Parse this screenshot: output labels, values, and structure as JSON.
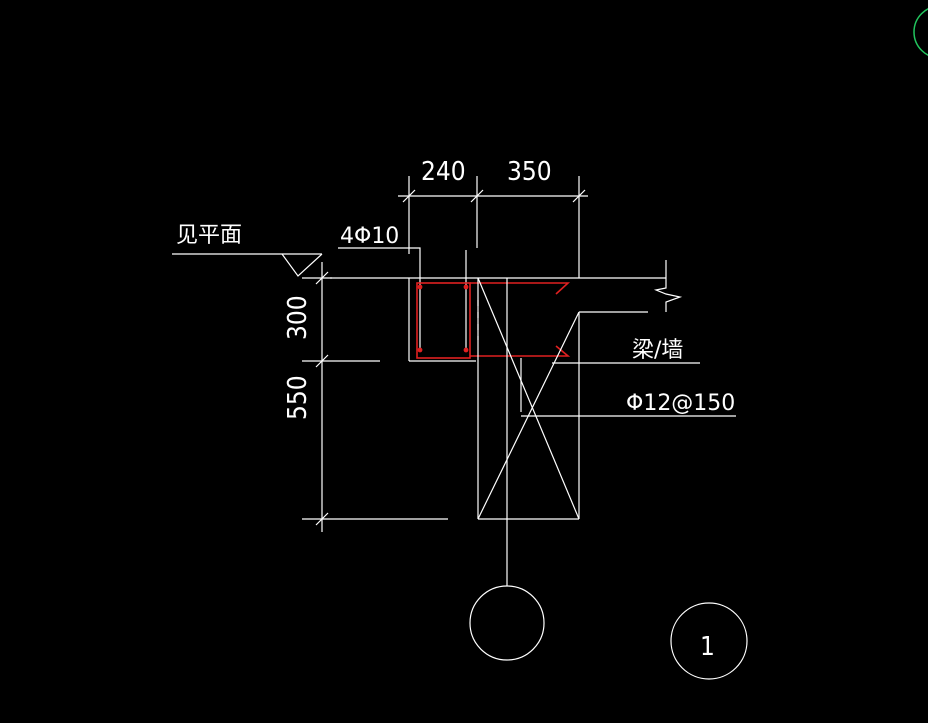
{
  "colors": {
    "background": "#000000",
    "line": "#ffffff",
    "rebar": "#e02020",
    "corner_circle": "#22c55e"
  },
  "dimensions": {
    "top_left": "240",
    "top_right": "350",
    "side_upper": "300",
    "side_lower": "550"
  },
  "labels": {
    "see_plan": "见平面",
    "top_rebar": "4Φ10",
    "beam_wall": "梁/墙",
    "stirrup": "Φ12@150"
  },
  "detail_marker": {
    "number": "1"
  }
}
